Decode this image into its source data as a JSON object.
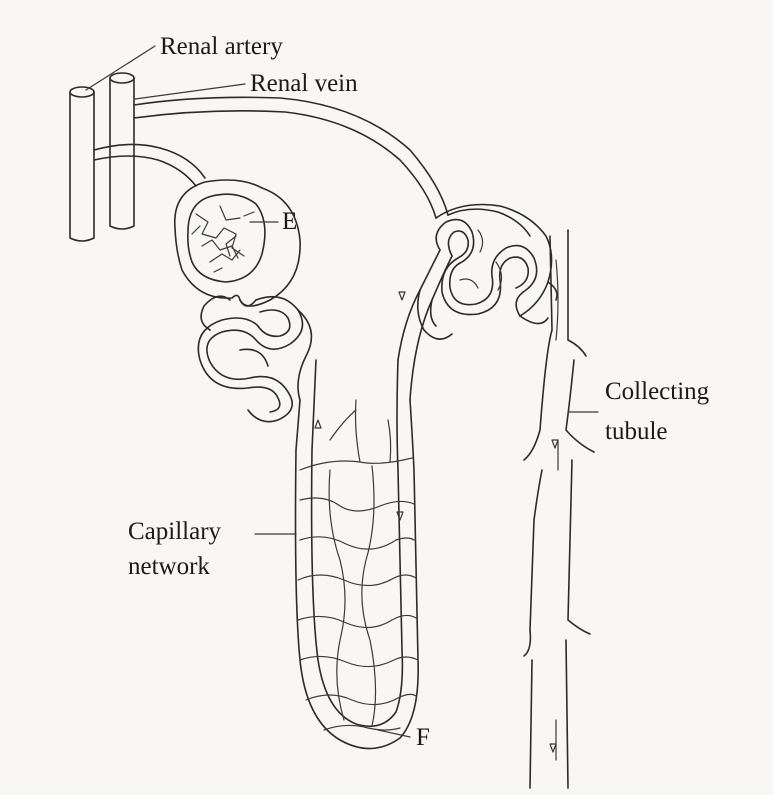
{
  "labels": {
    "renal_artery": "Renal artery",
    "renal_vein": "Renal vein",
    "e": "E",
    "collecting_line1": "Collecting",
    "collecting_line2": "tubule",
    "capillary_line1": "Capillary",
    "capillary_line2": "network",
    "f": "F"
  },
  "colors": {
    "ink": "#2b2b2b",
    "paper": "#f8f7f4"
  }
}
